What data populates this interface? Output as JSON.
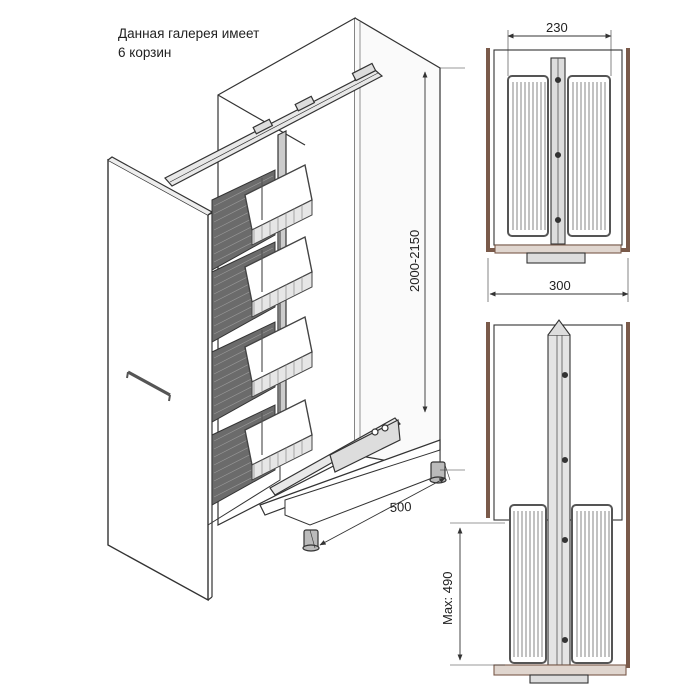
{
  "caption": {
    "line1": "Данная галерея имеет",
    "line2": "6 корзин"
  },
  "dimensions": {
    "height_range": "2000-2150",
    "depth": "500",
    "top_width": "230",
    "top_outer_width": "300",
    "max_extension": "Max: 490"
  },
  "colors": {
    "line": "#333333",
    "basket": "#555555",
    "frame_brown": "#7a5a4a",
    "panel": "#ffffff"
  }
}
